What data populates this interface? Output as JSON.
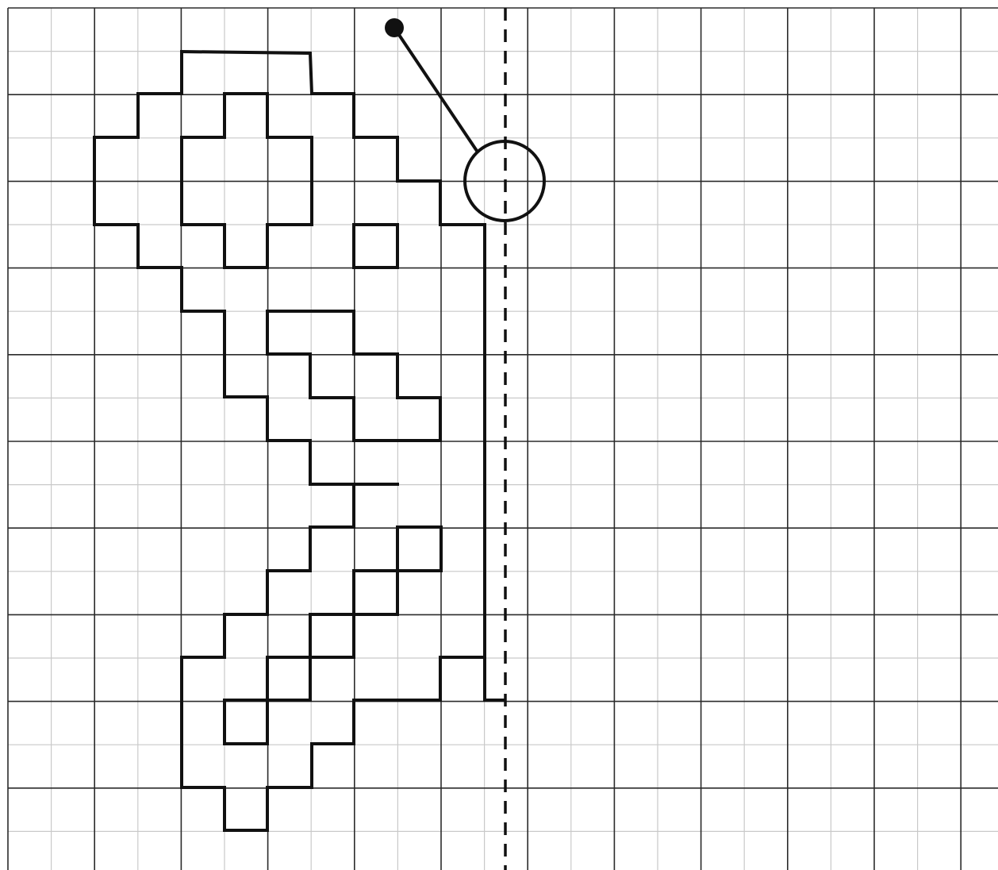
{
  "worksheet": {
    "type": "grid-symmetry-drawing",
    "grid": {
      "fine_cells_per_major": 2,
      "fine_line_color": "#c9c9c9",
      "major_line_color": "#2b2b2b"
    },
    "axis_of_symmetry": {
      "style": "dashed",
      "orientation": "vertical"
    },
    "figure": {
      "half_drawn": "left",
      "ink_color": "#111111",
      "components": [
        "lobed-outline-shapes",
        "stem",
        "ring",
        "dot"
      ]
    }
  }
}
